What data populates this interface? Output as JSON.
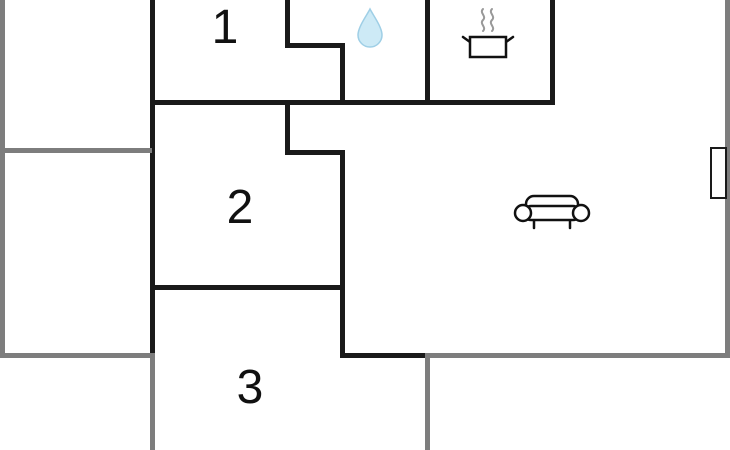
{
  "plan": {
    "title": "floor-plan",
    "rooms": [
      {
        "label": "1"
      },
      {
        "label": "2"
      },
      {
        "label": "3"
      }
    ]
  },
  "icons": {
    "water_drop": "water-drop-icon",
    "stove": "stove-pot-icon",
    "sofa": "sofa-icon",
    "window": "window-marker"
  },
  "colors": {
    "background": "#ffffff",
    "interior_wall": "#1a1a1a",
    "exterior_wall": "#7d7d7d",
    "label": "#111111",
    "icon_stroke": "#111111",
    "water_drop_fill": "#cdeaf6",
    "water_drop_stroke": "#9fcfe6",
    "steam": "#999999"
  }
}
